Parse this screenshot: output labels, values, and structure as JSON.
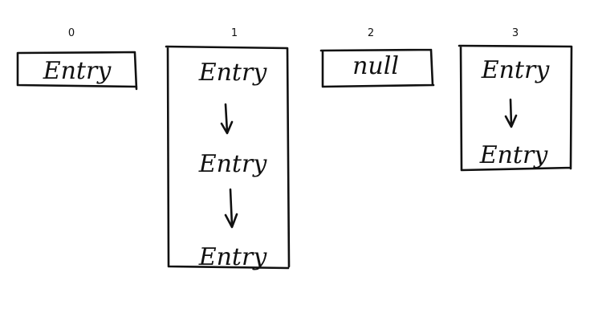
{
  "buckets": [
    {
      "index": "0",
      "entries": [
        "Entry"
      ]
    },
    {
      "index": "1",
      "entries": [
        "Entry",
        "Entry",
        "Entry"
      ]
    },
    {
      "index": "2",
      "entries": [
        "null"
      ]
    },
    {
      "index": "3",
      "entries": [
        "Entry",
        "Entry"
      ]
    }
  ]
}
